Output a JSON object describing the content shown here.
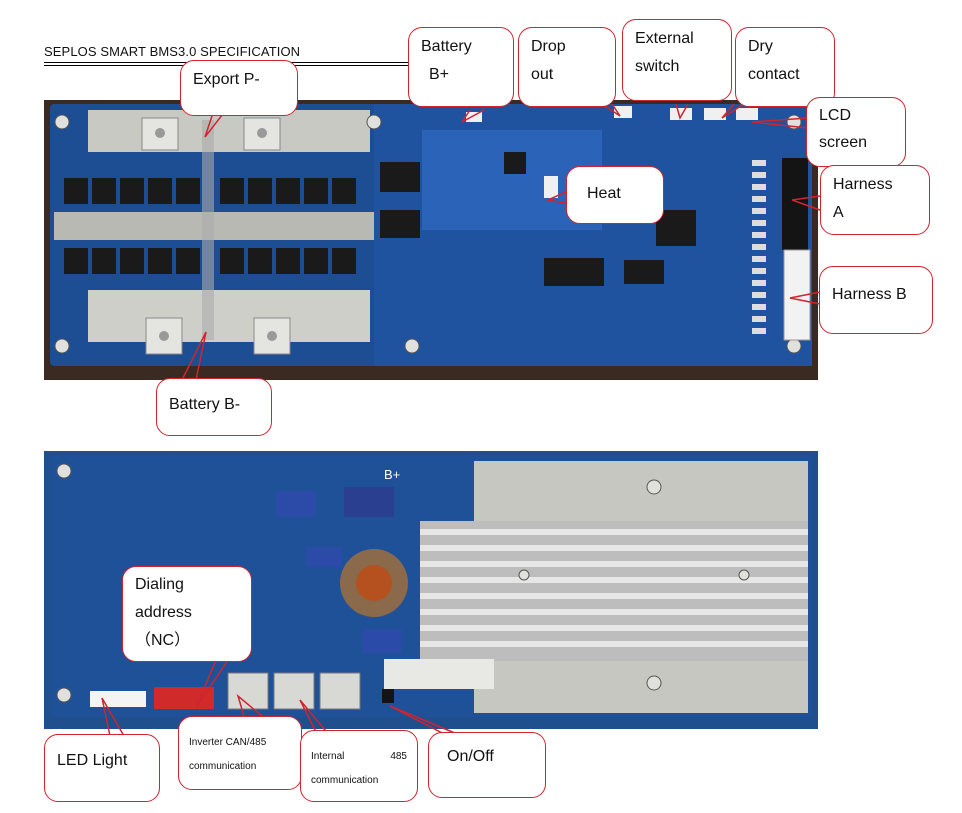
{
  "document": {
    "header": "SEPLOS SMART BMS3.0 SPECIFICATION"
  },
  "top_figure": {
    "labels": {
      "export_p": "Export P-",
      "battery_b_plus_line1": "Battery",
      "battery_b_plus_line2": "B+",
      "drop_out_line1": "Drop",
      "drop_out_line2": "out",
      "external_switch_line1": "External",
      "external_switch_line2": "switch",
      "dry_contact_line1": "Dry",
      "dry_contact_line2": "contact",
      "lcd_screen_line1": "LCD",
      "lcd_screen_line2": "screen",
      "heat": "Heat",
      "harness_a_line1": "Harness",
      "harness_a_line2": "A",
      "harness_b": "Harness B",
      "battery_b_minus": "Battery B-"
    }
  },
  "bottom_figure": {
    "board_marking": "B+",
    "labels": {
      "dialing_address_line1": "Dialing",
      "dialing_address_line2": "address",
      "dialing_address_line3": "（NC）",
      "led_light": "LED Light",
      "inverter_comm_line1": "Inverter CAN/485",
      "inverter_comm_line2": "communication",
      "internal_485_line1": "Internal",
      "internal_485_num": "485",
      "internal_485_line2": "communication",
      "on_off": "On/Off"
    }
  },
  "colors": {
    "callout_border": "#d0242e",
    "pcb_blue": "#1e4f95",
    "pcb_dark_blue": "#163c72"
  }
}
